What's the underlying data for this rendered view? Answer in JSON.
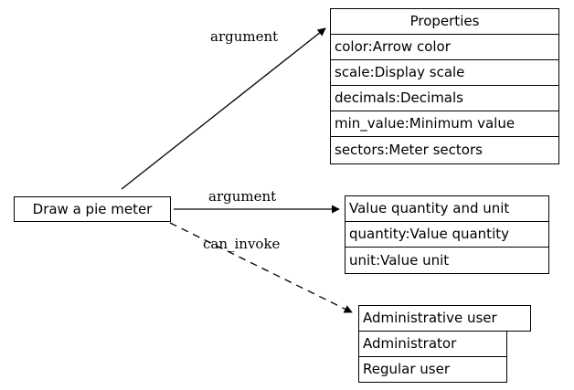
{
  "diagram": {
    "type": "entity-relationship-graph",
    "background": "#ffffff",
    "stroke": "#000000",
    "source_node": {
      "label": "Draw a pie meter"
    },
    "tables": [
      {
        "id": "properties",
        "header": "Properties",
        "header_align": "center",
        "rows": [
          "color:Arrow color",
          "scale:Display scale",
          "decimals:Decimals",
          "min_value:Minimum value",
          "sectors:Meter sectors"
        ]
      },
      {
        "id": "value-quantity-and-unit",
        "header": "Value quantity and unit",
        "header_align": "left",
        "rows": [
          "quantity:Value quantity",
          "unit:Value unit"
        ]
      },
      {
        "id": "administrative-user",
        "header": "Administrative user",
        "header_align": "left",
        "rows": [
          "Administrator",
          "Regular user"
        ]
      }
    ],
    "edges": [
      {
        "id": "edge-argument-properties",
        "label": "argument",
        "style": "solid",
        "arrow": "filled",
        "from": "Draw a pie meter",
        "to": "Properties"
      },
      {
        "id": "edge-argument-value",
        "label": "argument",
        "style": "solid",
        "arrow": "filled",
        "from": "Draw a pie meter",
        "to": "Value quantity and unit"
      },
      {
        "id": "edge-can-invoke-admin",
        "label": "can_invoke",
        "style": "dashed",
        "arrow": "filled",
        "from": "Draw a pie meter",
        "to": "Administrative user"
      }
    ]
  }
}
